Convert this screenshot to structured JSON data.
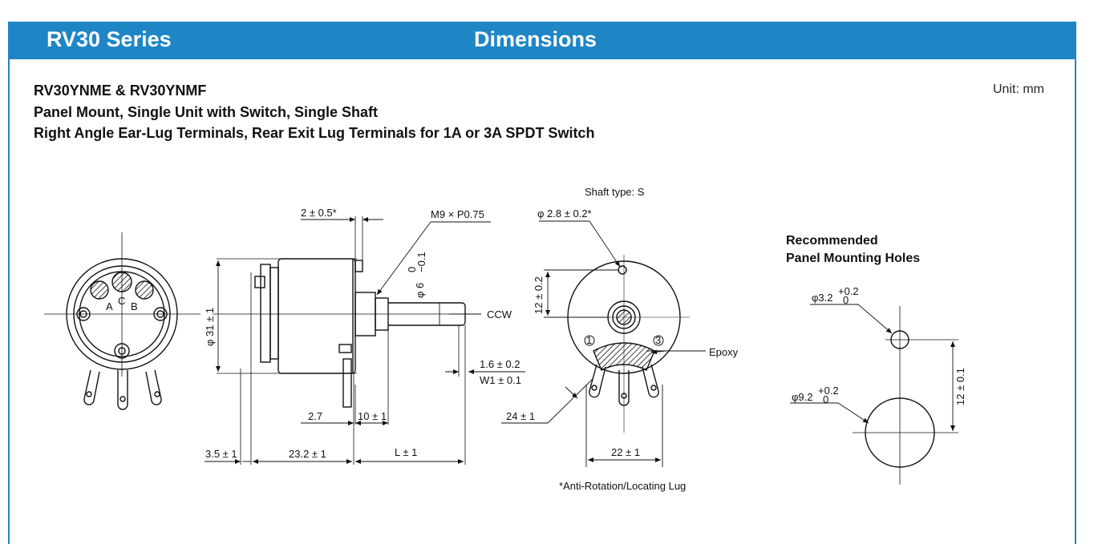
{
  "header": {
    "series_title": "RV30 Series",
    "section_title": "Dimensions",
    "brand_color": "#1e86c5"
  },
  "part": {
    "models": "RV30YNME & RV30YNMF",
    "line1": "Panel Mount, Single Unit with Switch, Single Shaft",
    "line2": "Right Angle Ear-Lug Terminals, Rear Exit Lug Terminals for 1A or 3A SPDT Switch",
    "unit": "Unit: mm"
  },
  "front_view": {
    "terminal_a": "A",
    "terminal_c": "C",
    "terminal_b": "B"
  },
  "side_view": {
    "dim_lug": "2 ± 0.5*",
    "dim_thread": "M9 × P0.75",
    "dim_shaft_dia": "φ 6",
    "dim_shaft_tol_top": "0",
    "dim_shaft_tol_bottom": "−0.1",
    "dim_body_dia": "φ 31 ± 1",
    "ccw": "CCW",
    "dim_flat": "1.6 ± 0.2",
    "dim_flat_w": "W1 ± 0.1",
    "dim_2_7": "2.7",
    "dim_10": "10 ± 1",
    "dim_3_5": "3.5 ± 1",
    "dim_23_2": "23.2 ± 1",
    "dim_l": "L ± 1"
  },
  "rear_view": {
    "shaft_type": "Shaft  type: S",
    "dim_hole": "φ 2.8 ± 0.2*",
    "dim_12": "12 ± 0.2",
    "term_1": "1",
    "term_3": "3",
    "epoxy": "Epoxy",
    "dim_24": "24 ± 1",
    "dim_22": "22 ± 1",
    "footnote": "*Anti-Rotation/Locating Lug"
  },
  "panel_holes": {
    "title_line1": "Recommended",
    "title_line2": "Panel Mounting Holes",
    "small_hole": "φ3.2",
    "small_tol_top": "+0.2",
    "small_tol_bottom": "0",
    "large_hole": "φ9.2",
    "large_tol_top": "+0.2",
    "large_tol_bottom": "0",
    "spacing": "12 ± 0.1"
  }
}
